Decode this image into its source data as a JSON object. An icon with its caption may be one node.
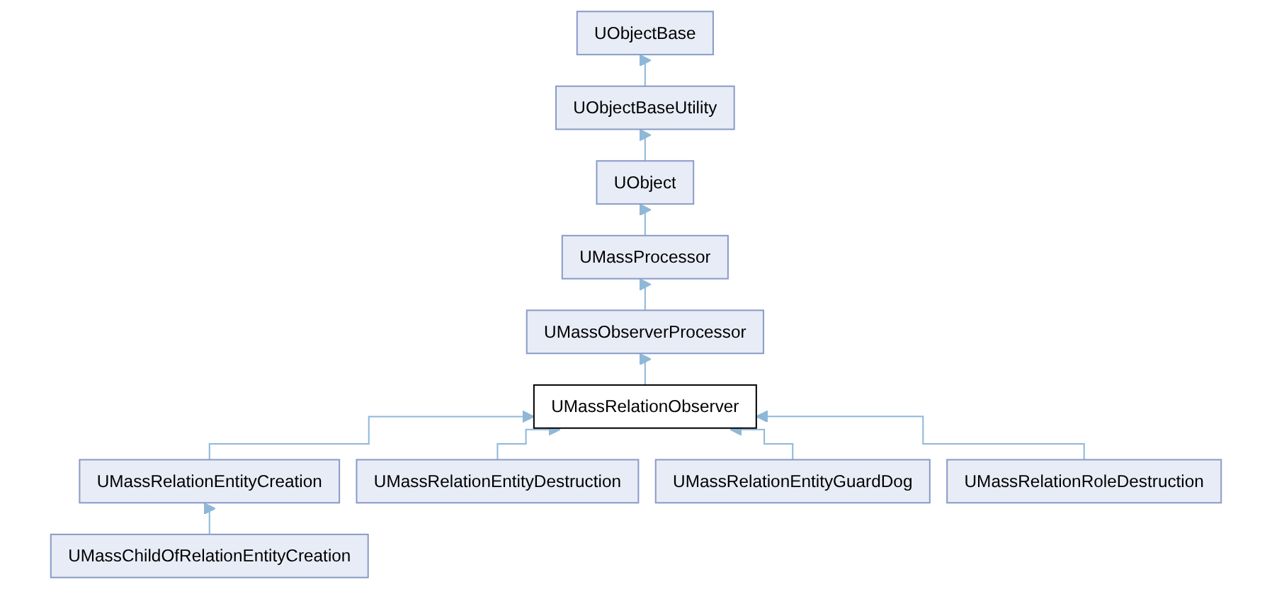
{
  "diagram": {
    "nodes": [
      {
        "text": [
          "UObjectBase"
        ]
      },
      {
        "text": [
          "UObjectBaseUtility"
        ]
      },
      {
        "text": [
          "UObject"
        ]
      },
      {
        "text": [
          "UMassProcessor"
        ]
      },
      {
        "text": [
          "UMassObserverProcessor"
        ]
      },
      {
        "text": [
          "UMassRelationObserver"
        ]
      },
      {
        "text": [
          "UMassRelationEntityCreation"
        ]
      },
      {
        "text": [
          "UMassRelationEntityDestruction"
        ]
      },
      {
        "text": [
          "UMassRelationEntityGuardDog"
        ]
      },
      {
        "text": [
          "UMassRelationRoleDestruction"
        ]
      },
      {
        "text": [
          "UMassChildOfRelationEntityCreation"
        ]
      }
    ],
    "edges": [
      {
        "from": 1,
        "to": 0,
        "arrow": "to"
      },
      {
        "from": 2,
        "to": 1,
        "arrow": "to"
      },
      {
        "from": 3,
        "to": 2,
        "arrow": "to"
      },
      {
        "from": 4,
        "to": 3,
        "arrow": "to"
      },
      {
        "from": 5,
        "to": 4,
        "arrow": "to"
      },
      {
        "from": 6,
        "to": 5,
        "arrow": "to"
      },
      {
        "from": 7,
        "to": 5,
        "arrow": "to"
      },
      {
        "from": 8,
        "to": 5,
        "arrow": "to"
      },
      {
        "from": 9,
        "to": 5,
        "arrow": "to"
      },
      {
        "from": 10,
        "to": 6,
        "arrow": "to"
      }
    ]
  }
}
